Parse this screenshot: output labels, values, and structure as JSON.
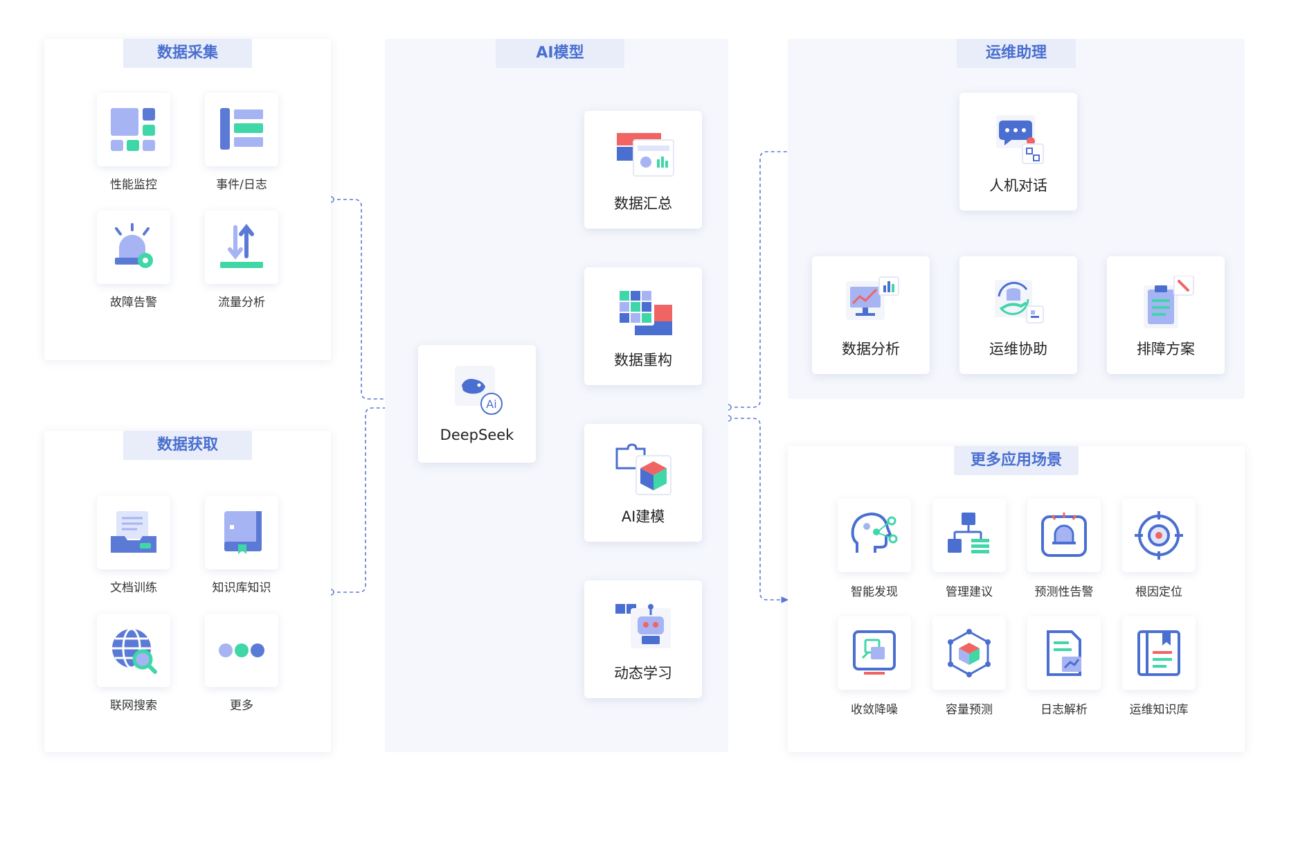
{
  "panels": {
    "collect": {
      "title": "数据采集",
      "items": [
        "性能监控",
        "事件/日志",
        "故障告警",
        "流量分析"
      ]
    },
    "acquire": {
      "title": "数据获取",
      "items": [
        "文档训练",
        "知识库知识",
        "联网搜索",
        "更多"
      ]
    },
    "model": {
      "title": "AI模型",
      "center": "DeepSeek",
      "cards": [
        "数据汇总",
        "数据重构",
        "AI建模",
        "动态学习"
      ]
    },
    "ops": {
      "title": "运维助理",
      "top": "人机对话",
      "cards": [
        "数据分析",
        "运维协助",
        "排障方案"
      ]
    },
    "more": {
      "title": "更多应用场景",
      "items": [
        "智能发现",
        "管理建议",
        "预测性告警",
        "根因定位",
        "收敛降噪",
        "容量预测",
        "日志解析",
        "运维知识库"
      ]
    }
  },
  "colors": {
    "accent": "#4a6fd0",
    "mint": "#3fd6a8",
    "lavender": "#a6b4f3",
    "red": "#f06464",
    "line": "#5b7ad6"
  }
}
